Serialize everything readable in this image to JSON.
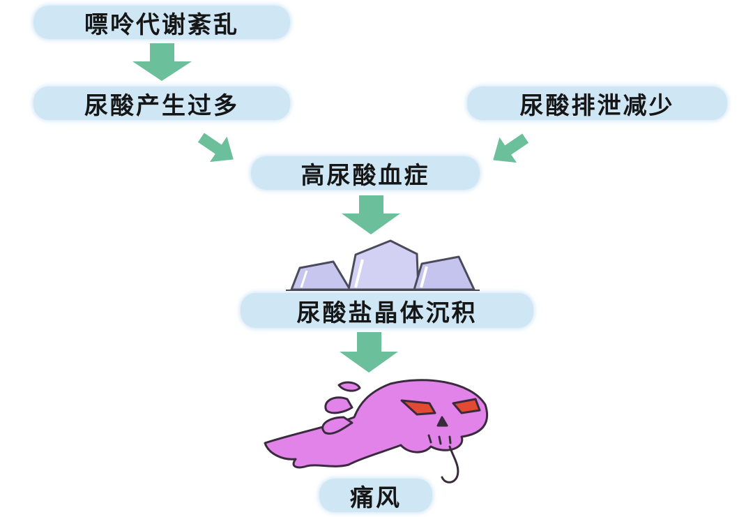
{
  "nodes": {
    "purine_metabolism_disorder": "嘌呤代谢紊乱",
    "uric_acid_overproduction": "尿酸产生过多",
    "uric_acid_excretion_reduced": "尿酸排泄减少",
    "hyperuricemia": "高尿酸血症",
    "urate_crystal_deposition": "尿酸盐晶体沉积",
    "gout": "痛风"
  },
  "edges": [
    {
      "from": "purine_metabolism_disorder",
      "to": "uric_acid_overproduction"
    },
    {
      "from": "uric_acid_overproduction",
      "to": "hyperuricemia"
    },
    {
      "from": "uric_acid_excretion_reduced",
      "to": "hyperuricemia"
    },
    {
      "from": "hyperuricemia",
      "to": "urate_crystal_deposition"
    },
    {
      "from": "urate_crystal_deposition",
      "to": "gout"
    }
  ],
  "illustrations": {
    "crystals": "crystal-cluster-icon",
    "gout": "gout-ghost-skull-icon"
  },
  "colors": {
    "node_fill": "#cfe6f5",
    "arrow": "#6cbf9b",
    "crystal": "#c7c6ef",
    "ghost": "#e283ea"
  }
}
